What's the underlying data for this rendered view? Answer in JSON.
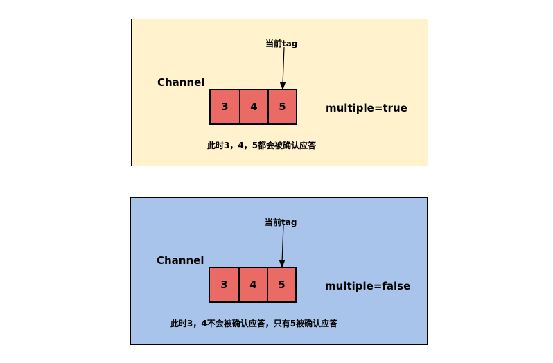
{
  "colors": {
    "panel_true_bg": "#FFF2CC",
    "panel_false_bg": "#A9C4EB",
    "cell_bg": "#EA6B66",
    "stroke": "#000000"
  },
  "panels": [
    {
      "channel_label": "Channel",
      "cells": [
        "3",
        "4",
        "5"
      ],
      "pointer_label": "当前tag",
      "mode_label": "multiple=true",
      "note": "此时3，4，5都会被确认应答"
    },
    {
      "channel_label": "Channel",
      "cells": [
        "3",
        "4",
        "5"
      ],
      "pointer_label": "当前tag",
      "mode_label": "multiple=false",
      "note": "此时3，4不会被确认应答，只有5被确认应答"
    }
  ]
}
